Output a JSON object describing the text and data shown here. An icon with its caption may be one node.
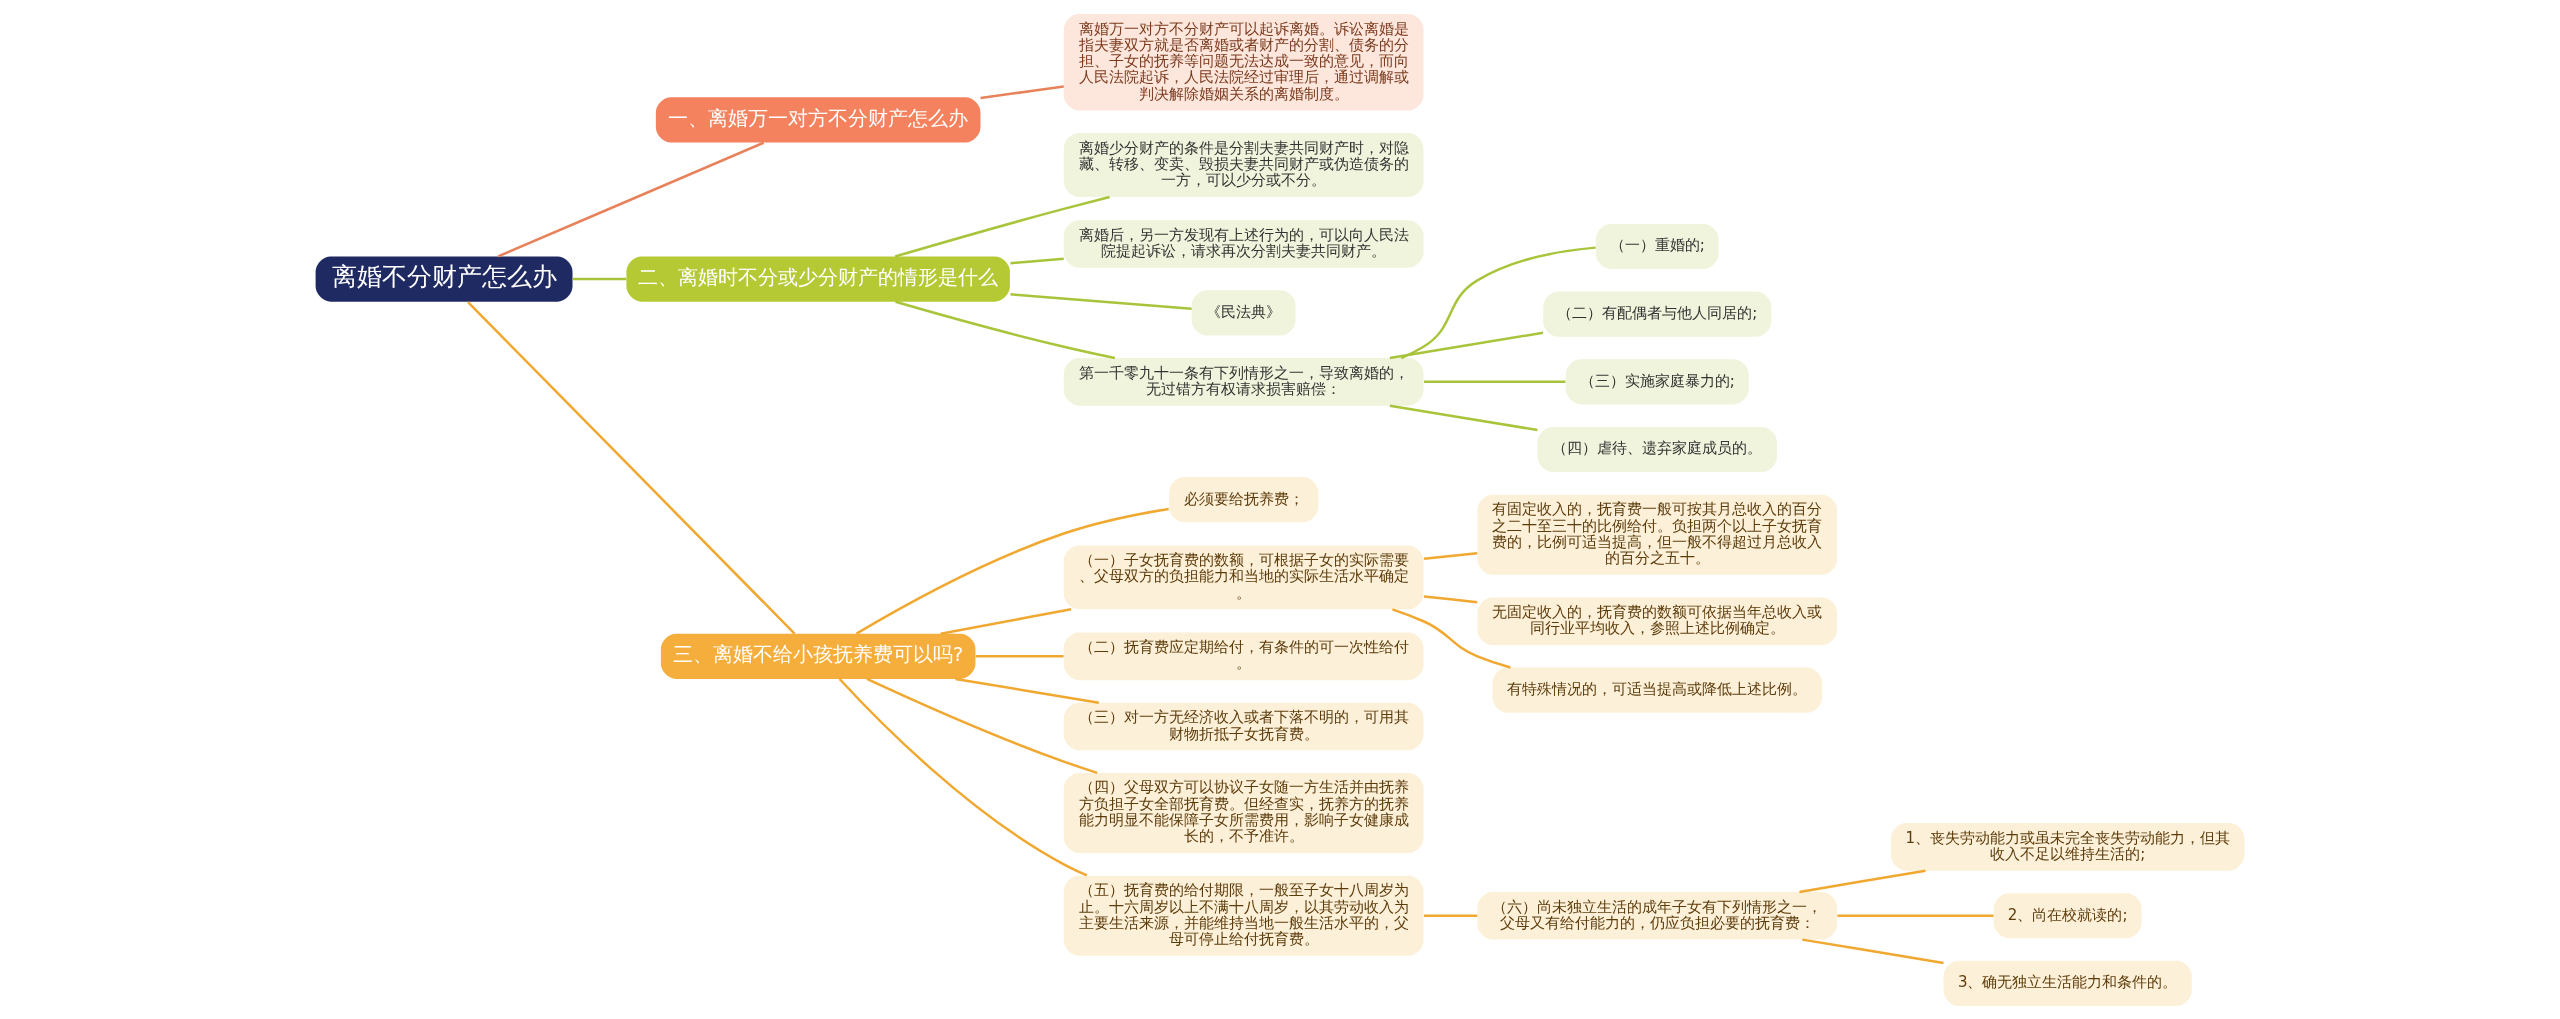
{
  "diagram": {
    "nodes": [
      {
        "text": [
          "离婚不分财产怎么办"
        ]
      },
      {
        "text": [
          "一、离婚万一对方不分财产怎么办"
        ]
      },
      {
        "text": [
          "离婚万一对方不分财产可以起诉离婚。诉讼离婚是指夫妻双方就是否离婚或者财产的分割、债务的分担、子女的抚养等问题无法达成一致的意见，而向人民法院起诉，人民法院经过审理后，通过调解或判决解除婚姻关系的离婚制度。"
        ]
      },
      {
        "text": [
          "二、离婚时不分或少分财产的情形是什么"
        ]
      },
      {
        "text": [
          "离婚少分财产的条件是分割夫妻共同财产时，对隐藏、转移、变卖、毁损夫妻共同财产或伪造债务的一方，可以少分或不分。"
        ]
      },
      {
        "text": [
          "离婚后，另一方发现有上述行为的，可以向人民法院提起诉讼，请求再次分割夫妻共同财产。"
        ]
      },
      {
        "text": [
          "《民法典》"
        ]
      },
      {
        "text": [
          "第一千零九十一条有下列情形之一，导致离婚的，无过错方有权请求损害赔偿："
        ]
      },
      {
        "text": [
          "（一）重婚的;"
        ]
      },
      {
        "text": [
          "（二）有配偶者与他人同居的;"
        ]
      },
      {
        "text": [
          "（三）实施家庭暴力的;"
        ]
      },
      {
        "text": [
          "（四）虐待、遗弃家庭成员的。"
        ]
      },
      {
        "text": [
          "三、离婚不给小孩抚养费可以吗?"
        ]
      },
      {
        "text": [
          "必须要给抚养费；"
        ]
      },
      {
        "text": [
          "（一）子女抚育费的数额，可根据子女的实际需要、父母双方的负担能力和当地的实际生活水平确定。"
        ]
      },
      {
        "text": [
          "有固定收入的，抚育费一般可按其月总收入的百分之二十至三十的比例给付。负担两个以上子女抚育费的，比例可适当提高，但一般不得超过月总收入的百分之五十。"
        ]
      },
      {
        "text": [
          "无固定收入的，抚育费的数额可依据当年总收入或同行业平均收入，参照上述比例确定。"
        ]
      },
      {
        "text": [
          "有特殊情况的，可适当提高或降低上述比例。"
        ]
      },
      {
        "text": [
          "（二）抚育费应定期给付，有条件的可一次性给付。"
        ]
      },
      {
        "text": [
          "（三）对一方无经济收入或者下落不明的，可用其财物折抵子女抚育费。"
        ]
      },
      {
        "text": [
          "（四）父母双方可以协议子女随一方生活并由抚养方负担子女全部抚育费。但经查实，抚养方的抚养能力明显不能保障子女所需费用，影响子女健康成长的，不予准许。"
        ]
      },
      {
        "text": [
          "（五）抚育费的给付期限，一般至子女十八周岁为止。十六周岁以上不满十八周岁，以其劳动收入为主要生活来源，并能维持当地一般生活水平的，父母可停止给付抚育费。"
        ]
      },
      {
        "text": [
          "（六）尚未独立生活的成年子女有下列情形之一，父母又有给付能力的，仍应负担必要的抚育费："
        ]
      },
      {
        "text": [
          "1、丧失劳动能力或虽未完全丧失劳动能力，但其收入不足以维持生活的;"
        ]
      },
      {
        "text": [
          "2、尚在校就读的;"
        ]
      },
      {
        "text": [
          "3、确无独立生活能力和条件的。"
        ]
      }
    ],
    "edges": [
      {
        "from": 0,
        "to": 1,
        "arrow": "none",
        "color": "#e8825a"
      },
      {
        "from": 1,
        "to": 2,
        "arrow": "none",
        "color": "#e8825a"
      },
      {
        "from": 0,
        "to": 3,
        "arrow": "none",
        "color": "#a8c43a"
      },
      {
        "from": 3,
        "to": 4,
        "arrow": "none",
        "color": "#a8c43a"
      },
      {
        "from": 3,
        "to": 5,
        "arrow": "none",
        "color": "#a8c43a"
      },
      {
        "from": 3,
        "to": 6,
        "arrow": "none",
        "color": "#a8c43a"
      },
      {
        "from": 3,
        "to": 7,
        "arrow": "none",
        "color": "#a8c43a"
      },
      {
        "from": 7,
        "to": 8,
        "arrow": "none",
        "color": "#a8c43a"
      },
      {
        "from": 7,
        "to": 9,
        "arrow": "none",
        "color": "#a8c43a"
      },
      {
        "from": 7,
        "to": 10,
        "arrow": "none",
        "color": "#a8c43a"
      },
      {
        "from": 7,
        "to": 11,
        "arrow": "none",
        "color": "#a8c43a"
      },
      {
        "from": 0,
        "to": 12,
        "arrow": "none"
      },
      {
        "from": 12,
        "to": 13,
        "arrow": "none"
      },
      {
        "from": 12,
        "to": 14,
        "arrow": "none"
      },
      {
        "from": 14,
        "to": 15,
        "arrow": "none"
      },
      {
        "from": 14,
        "to": 16,
        "arrow": "none"
      },
      {
        "from": 14,
        "to": 17,
        "arrow": "none"
      },
      {
        "from": 12,
        "to": 18,
        "arrow": "none"
      },
      {
        "from": 12,
        "to": 19,
        "arrow": "none"
      },
      {
        "from": 12,
        "to": 20,
        "arrow": "none"
      },
      {
        "from": 12,
        "to": 21,
        "arrow": "none"
      },
      {
        "from": 21,
        "to": 22,
        "arrow": "none"
      },
      {
        "from": 22,
        "to": 23,
        "arrow": "none"
      },
      {
        "from": 22,
        "to": 24,
        "arrow": "none"
      },
      {
        "from": 22,
        "to": 25,
        "arrow": "none"
      }
    ]
  }
}
